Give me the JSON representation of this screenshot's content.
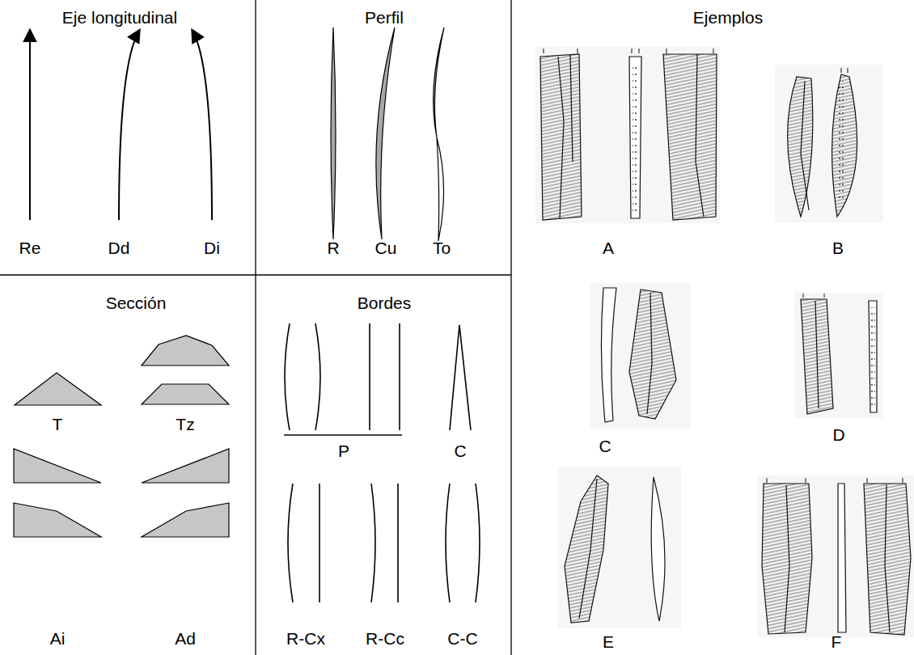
{
  "diagram": {
    "labels": [
      "Eje longitudinal",
      "Perfil",
      "Ejemplos",
      "Re",
      "Dd",
      "Di",
      "R",
      "Cu",
      "To",
      "A",
      "B",
      "Sección",
      "Bordes",
      "T",
      "Tz",
      "P",
      "C",
      "C",
      "D",
      "Ai",
      "Ad",
      "R-Cx",
      "R-Cc",
      "C-C",
      "E",
      "F"
    ]
  }
}
